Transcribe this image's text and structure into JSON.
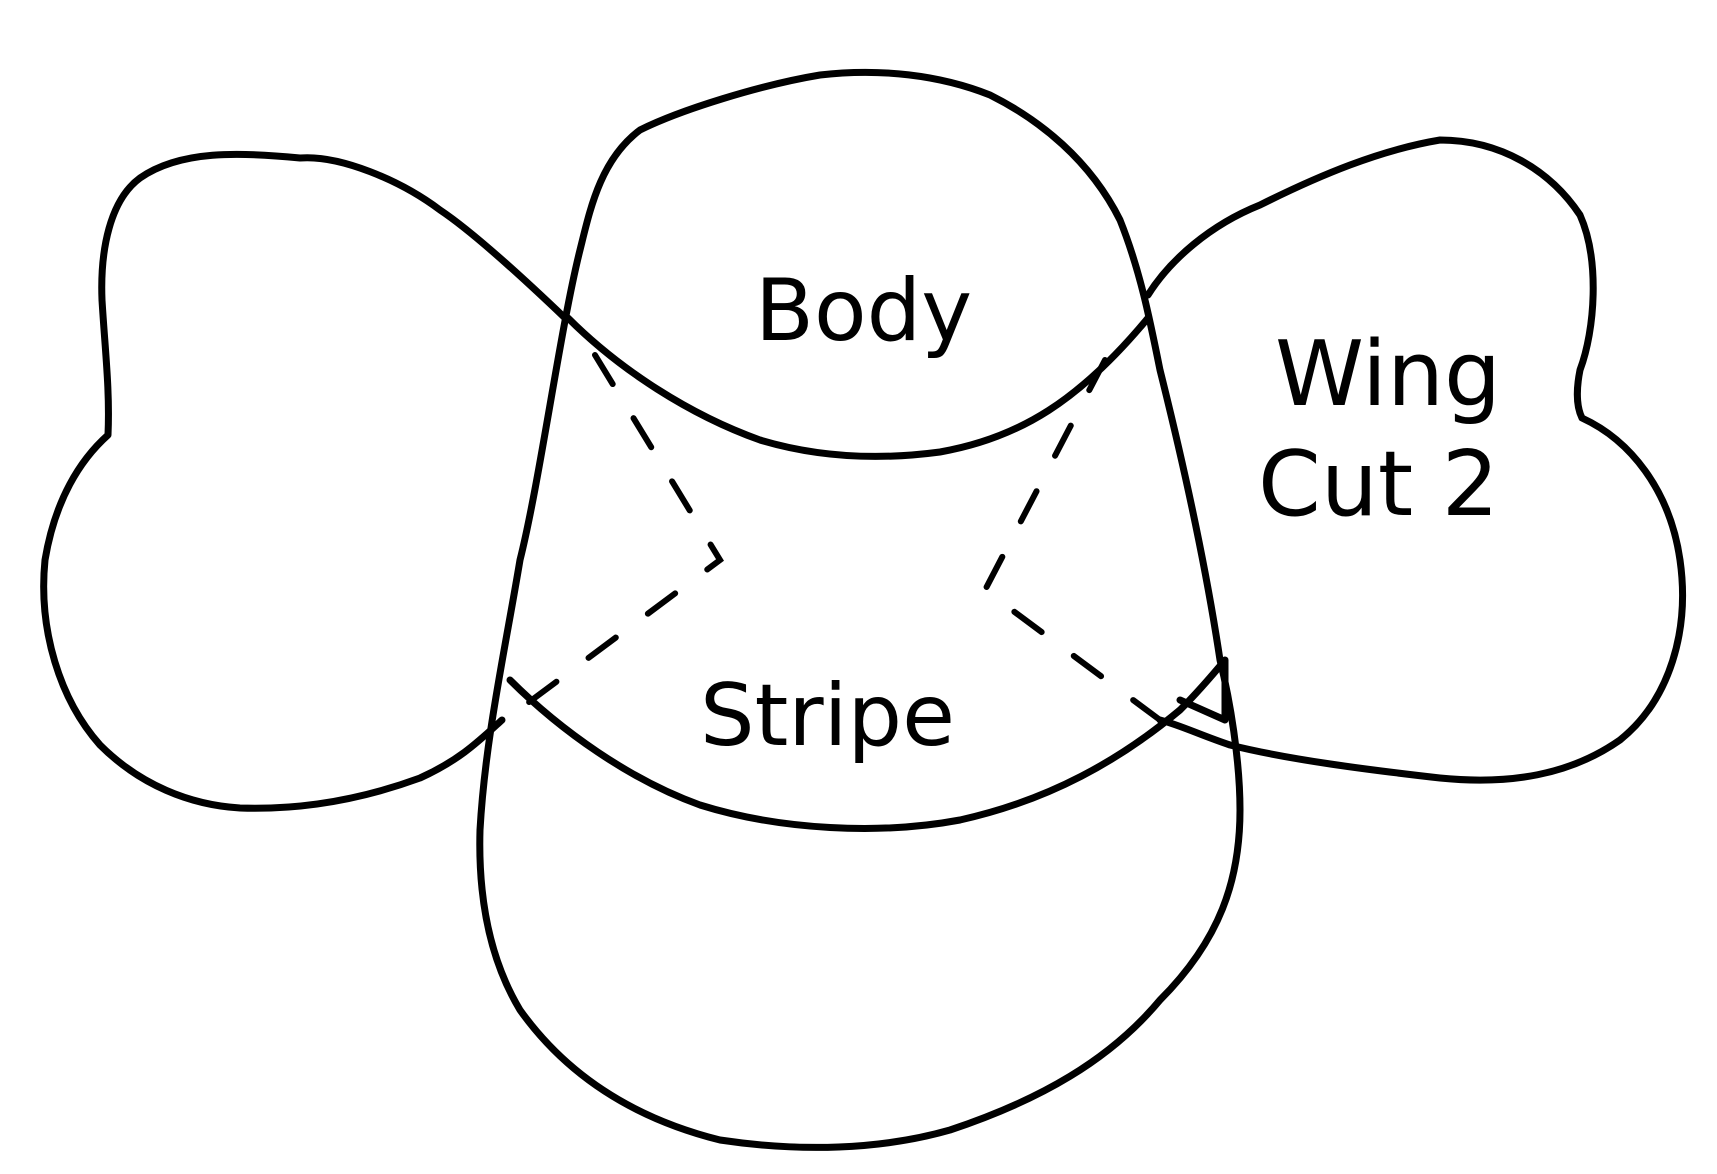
{
  "pattern": {
    "labels": {
      "body": "Body",
      "stripe": "Stripe",
      "wing_line1": "Wing",
      "wing_line2": "Cut 2"
    },
    "colors": {
      "line": "#000000",
      "background": "#ffffff"
    }
  }
}
